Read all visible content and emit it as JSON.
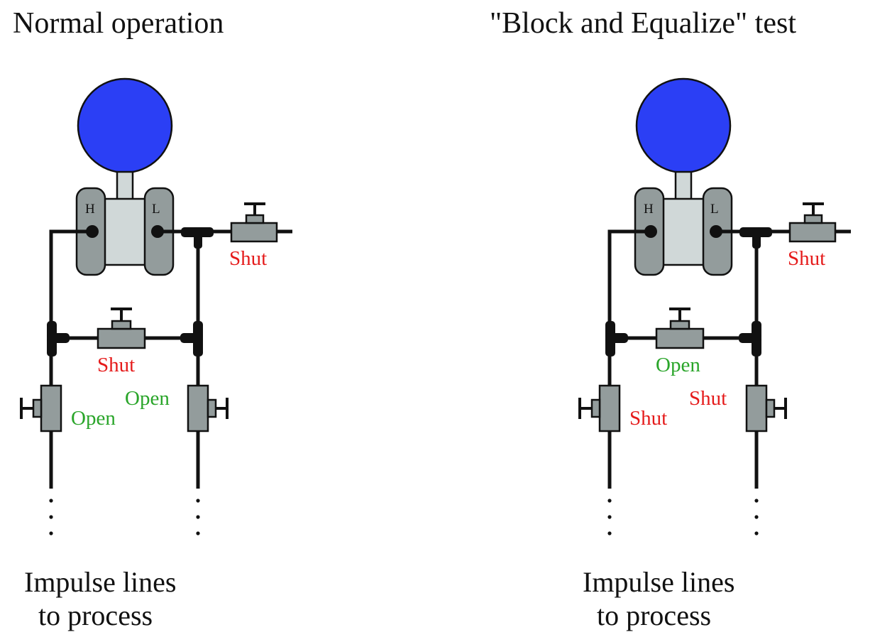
{
  "colors": {
    "gauge_face": "#2b3ff5",
    "open": "#2aa52a",
    "shut": "#e51b1b"
  },
  "panels": [
    {
      "title": "Normal operation",
      "ports": {
        "high": "H",
        "low": "L"
      },
      "vent_valve": {
        "state": "Shut"
      },
      "equalizing_valve": {
        "state": "Shut"
      },
      "block_valve_high": {
        "state": "Open"
      },
      "block_valve_low": {
        "state": "Open"
      },
      "caption_line1": "Impulse lines",
      "caption_line2": "to process"
    },
    {
      "title": "\"Block and Equalize\" test",
      "ports": {
        "high": "H",
        "low": "L"
      },
      "vent_valve": {
        "state": "Shut"
      },
      "equalizing_valve": {
        "state": "Open"
      },
      "block_valve_high": {
        "state": "Shut"
      },
      "block_valve_low": {
        "state": "Shut"
      },
      "caption_line1": "Impulse lines",
      "caption_line2": "to process"
    }
  ]
}
